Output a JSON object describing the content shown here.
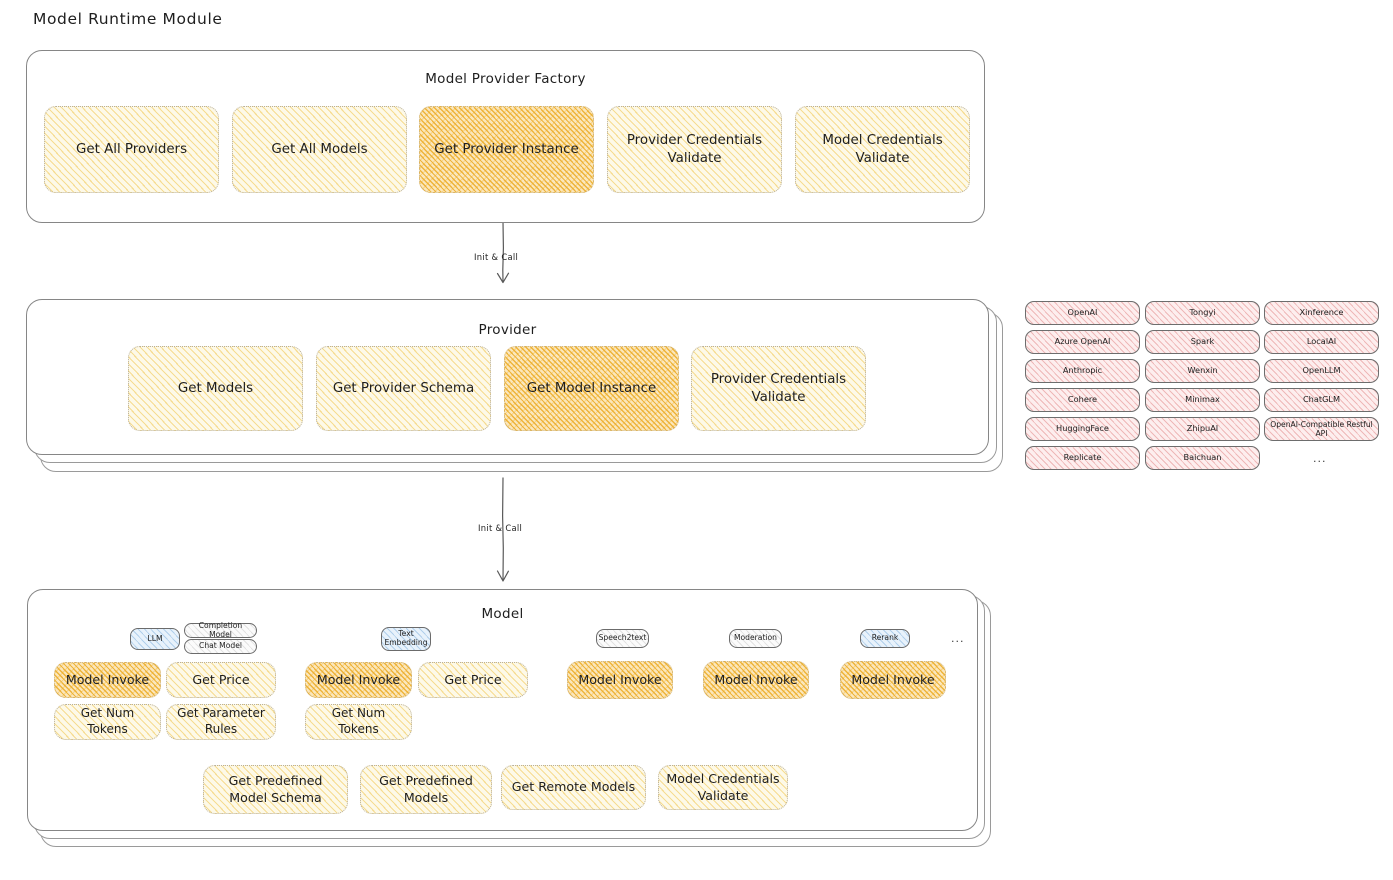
{
  "page": {
    "title": "Model Runtime Module"
  },
  "arrows": [
    {
      "label": "Init & Call"
    },
    {
      "label": "Init & Call"
    }
  ],
  "factory": {
    "title": "Model Provider Factory",
    "cards": [
      {
        "label": "Get All Providers",
        "highlight": false
      },
      {
        "label": "Get All Models",
        "highlight": false
      },
      {
        "label": "Get Provider Instance",
        "highlight": true
      },
      {
        "label": "Provider Credentials Validate",
        "highlight": false
      },
      {
        "label": "Model Credentials Validate",
        "highlight": false
      }
    ]
  },
  "provider": {
    "title": "Provider",
    "cards": [
      {
        "label": "Get Models",
        "highlight": false
      },
      {
        "label": "Get Provider Schema",
        "highlight": false
      },
      {
        "label": "Get Model Instance",
        "highlight": true
      },
      {
        "label": "Provider Credentials Validate",
        "highlight": false
      }
    ]
  },
  "provider_list": {
    "ellipsis": "...",
    "columns": [
      {
        "items": [
          "OpenAI",
          "Azure OpenAI",
          "Anthropic",
          "Cohere",
          "HuggingFace",
          "Replicate"
        ]
      },
      {
        "items": [
          "Tongyi",
          "Spark",
          "Wenxin",
          "Minimax",
          "ZhipuAI",
          "Baichuan"
        ]
      },
      {
        "items": [
          "Xinference",
          "LocalAI",
          "OpenLLM",
          "ChatGLM",
          "OpenAI-Compatible Restful API"
        ]
      }
    ]
  },
  "model": {
    "title": "Model",
    "ellipsis": "...",
    "types": [
      {
        "badge": "LLM",
        "badge_style": "blue",
        "subtypes": [
          "Completion Model",
          "Chat Model"
        ],
        "cards": [
          {
            "label": "Model Invoke",
            "highlight": true
          },
          {
            "label": "Get Price",
            "highlight": false
          },
          {
            "label": "Get Num Tokens",
            "highlight": false
          },
          {
            "label": "Get Parameter Rules",
            "highlight": false
          }
        ]
      },
      {
        "badge": "Text Embedding",
        "badge_style": "blue",
        "subtypes": [],
        "cards": [
          {
            "label": "Model Invoke",
            "highlight": true
          },
          {
            "label": "Get Price",
            "highlight": false
          },
          {
            "label": "Get Num Tokens",
            "highlight": false
          }
        ]
      },
      {
        "badge": "Speech2text",
        "badge_style": "plain",
        "subtypes": [],
        "cards": [
          {
            "label": "Model Invoke",
            "highlight": true
          }
        ]
      },
      {
        "badge": "Moderation",
        "badge_style": "plain",
        "subtypes": [],
        "cards": [
          {
            "label": "Model Invoke",
            "highlight": true
          }
        ]
      },
      {
        "badge": "Rerank",
        "badge_style": "blue",
        "subtypes": [],
        "cards": [
          {
            "label": "Model Invoke",
            "highlight": true
          }
        ]
      }
    ],
    "common_cards": [
      {
        "label": "Get Predefined Model Schema"
      },
      {
        "label": "Get Predefined Models"
      },
      {
        "label": "Get Remote Models"
      },
      {
        "label": "Model Credentials Validate"
      }
    ]
  },
  "colors": {
    "card_fill": "#fdf9e8",
    "card_hatch": "#f0c449",
    "card_highlight_fill": "#fbe7bc",
    "card_highlight_hatch": "#ecac24",
    "chip_fill": "#fdeeee",
    "chip_hatch": "#e08282",
    "badge_blue_fill": "#e8f2fb",
    "badge_blue_hatch": "#6ea5d7",
    "stroke": "#1e1e1e",
    "container_stroke": "#868686",
    "background": "#ffffff"
  }
}
